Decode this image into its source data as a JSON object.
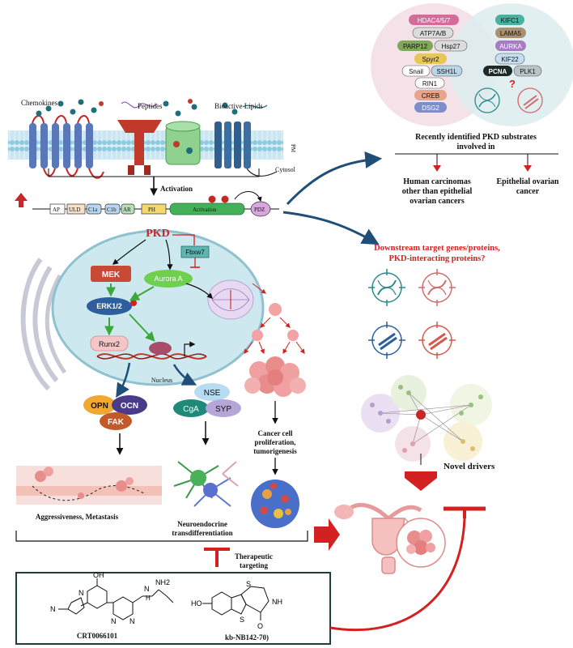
{
  "membrane": {
    "chemokines": "Chemokines",
    "peptides": "Peptides",
    "bioactive_lipids": "Bioactive Lipids",
    "pm": "PM",
    "cytosol": "Cytosol",
    "activation": "Activation"
  },
  "domains": {
    "ap": "AP",
    "uld": "ULD",
    "c1a": "C1a",
    "c1b": "C1b",
    "ar": "AR",
    "ph": "PH",
    "activation": "Activation",
    "pdz": "PDZ"
  },
  "cell": {
    "pkd": "PKD",
    "fbxw7": "Fbxw7",
    "mek": "MEK",
    "aurora_a": "Aurora A",
    "erk": "ERK1/2",
    "runx2": "Runx2",
    "nucleus": "Nucleus",
    "opn": "OPN",
    "ocn": "OCN",
    "fak": "FAK",
    "nse": "NSE",
    "cga": "CgA",
    "syp": "SYP"
  },
  "outcomes": {
    "metastasis": "Aggressiveness, Metastasis",
    "neuro": [
      "Neuroendocrine",
      "transdifferentiation"
    ],
    "prolif": [
      "Cancer cell",
      "proliferation,",
      "tumorigenesis"
    ],
    "therapeutic": [
      "Therapeutic",
      "targeting"
    ]
  },
  "drugs": {
    "crt": "CRT0066101",
    "kb": "kb-NB142-70)",
    "oh1": "OH",
    "nh2": "NH2",
    "n_methyl": "N",
    "pyrazole_n": "N",
    "pyr_n1": "N",
    "pyr_n2": "N",
    "h": "H",
    "n_link": "N",
    "ho": "HO",
    "s1": "S",
    "s2": "S",
    "nh": "NH",
    "o": "O"
  },
  "substrates": {
    "left": [
      "HDAC4/5/7",
      "ATP7A/B",
      "PARP12",
      "Hsp27",
      "Spyr2",
      "Snail",
      "SSH1L",
      "RIN1",
      "CREB",
      "DSG2"
    ],
    "right": [
      "KIFC1",
      "LAMA5",
      "AURKA",
      "KIF22",
      "PCNA",
      "PLK1"
    ],
    "question": "?",
    "caption": [
      "Recently identified PKD substrates",
      "involved in"
    ],
    "branch_left": [
      "Human carcinomas",
      "other than epithelial",
      "ovarian cancers"
    ],
    "branch_right": [
      "Epithelial ovarian",
      "cancer"
    ]
  },
  "right_panel": {
    "downstream": [
      "Downstream target genes/proteins,",
      "PKD-interacting proteins?"
    ],
    "novel": "Novel drivers"
  },
  "colors": {
    "red": "#d32020",
    "navy": "#1f4e79",
    "teal": "#2b8a8a",
    "mek": "#c94a34",
    "aurora": "#6fcf4f",
    "erk": "#2d5f9e",
    "runx2": "#f4c6c8"
  }
}
